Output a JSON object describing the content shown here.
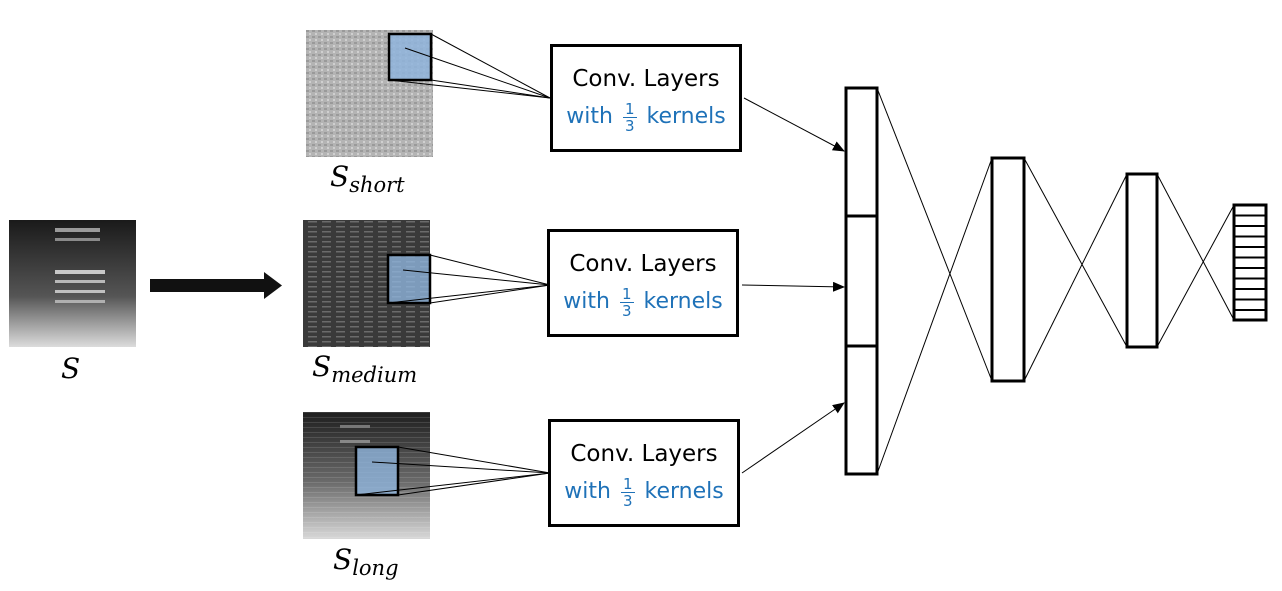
{
  "labels": {
    "input": "S",
    "short_base": "S",
    "short_sub": "short",
    "medium_base": "S",
    "medium_sub": "medium",
    "long_base": "S",
    "long_sub": "long"
  },
  "conv_blocks": [
    {
      "title": "Conv. Layers",
      "prefix": "with",
      "frac_num": "1",
      "frac_den": "3",
      "suffix": "kernels"
    },
    {
      "title": "Conv. Layers",
      "prefix": "with",
      "frac_num": "1",
      "frac_den": "3",
      "suffix": "kernels"
    },
    {
      "title": "Conv. Layers",
      "prefix": "with",
      "frac_num": "1",
      "frac_den": "3",
      "suffix": "kernels"
    }
  ],
  "colors": {
    "accent_text": "#1f72b8",
    "kernel_highlight": "#8fb4dc",
    "stroke": "#000000"
  }
}
